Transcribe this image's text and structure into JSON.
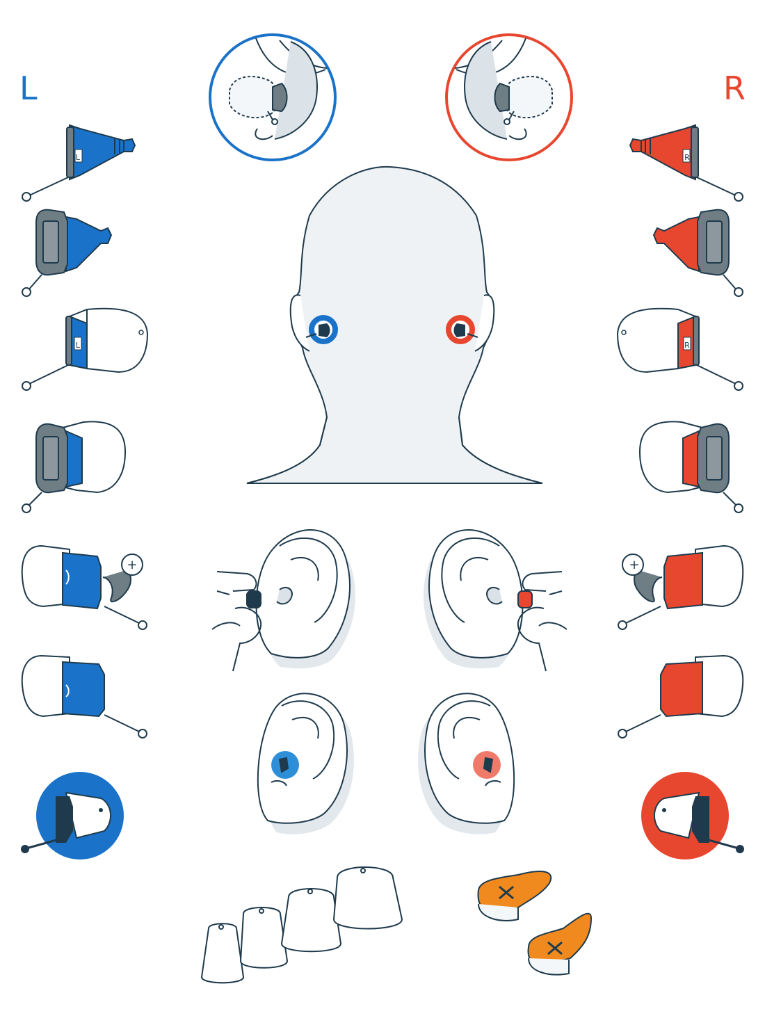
{
  "labels": {
    "left": "L",
    "right": "R",
    "left_marker": "L",
    "right_marker": "R",
    "battery_plus": "+"
  },
  "colors": {
    "left": "#1a73c9",
    "right": "#e8472f",
    "outline": "#1e3a4c",
    "shadow": "#e3e8ec",
    "gray_body": "#6f7d84",
    "battery_tab": "#f08a1e"
  },
  "icons": {
    "dome": "ear-dome-icon",
    "battery": "battery-icon",
    "head": "head-back-icon",
    "ear": "ear-icon"
  }
}
